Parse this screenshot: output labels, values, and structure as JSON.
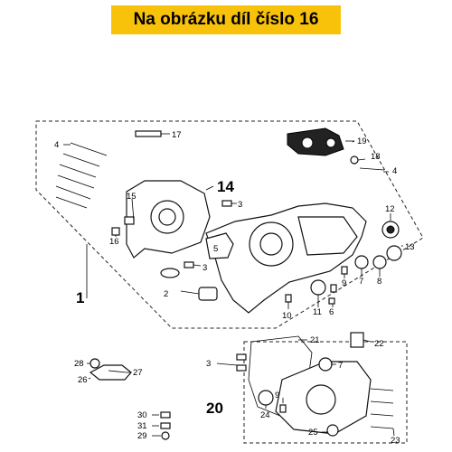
{
  "banner": {
    "text": "Na obrázku díl číslo 16",
    "bg_color": "#f9c20a"
  },
  "labels": {
    "l1": "1",
    "l2": "2",
    "l3a": "3",
    "l3b": "3",
    "l3c": "3",
    "l4a": "4",
    "l4b": "4",
    "l5": "5",
    "l6": "6",
    "l7a": "7",
    "l7b": "7",
    "l8": "8",
    "l9a": "9",
    "l9b": "9",
    "l10": "10",
    "l11": "11",
    "l12": "12",
    "l13": "13",
    "l14": "14",
    "l15": "15",
    "l16": "16",
    "l17": "17",
    "l18": "18",
    "l19": "19",
    "l20": "20",
    "l21": "21",
    "l22": "22",
    "l23": "23",
    "l24": "24",
    "l25": "25",
    "l26": "26",
    "l27": "27",
    "l28": "28",
    "l29": "29",
    "l30": "30",
    "l31": "31"
  }
}
